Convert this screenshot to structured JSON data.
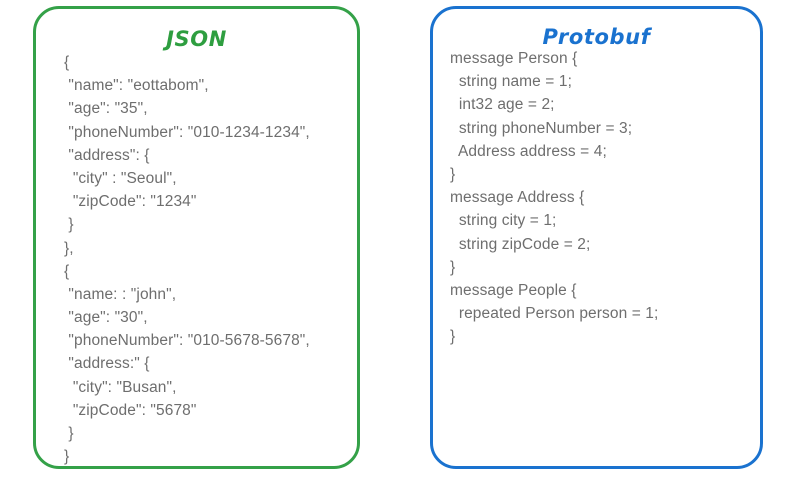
{
  "page": {
    "background_color": "#ffffff",
    "body_text_color": "#6e6e6e"
  },
  "panels": [
    {
      "id": "json",
      "title": "JSON",
      "accent_color": "#34a148",
      "title_color": "#2e9e40",
      "lines": [
        "{",
        " \"name\": \"eottabom\",",
        " \"age\": \"35\",",
        " \"phoneNumber\": \"010-1234-1234\",",
        " \"address\": {",
        "  \"city\" : \"Seoul\",",
        "  \"zipCode\": \"1234\"",
        " }",
        "},",
        "{",
        " \"name: : \"john\",",
        " \"age\": \"30\",",
        " \"phoneNumber\": \"010-5678-5678\",",
        " \"address:\" {",
        "  \"city\": \"Busan\",",
        "  \"zipCode\": \"5678\"",
        " }",
        "}"
      ]
    },
    {
      "id": "protobuf",
      "title": "Protobuf",
      "accent_color": "#1a72cf",
      "title_color": "#1a72cf",
      "lines": [
        "message Person {",
        "  string name = 1;",
        "  int32 age = 2;",
        "  string phoneNumber = 3;",
        "  Address address = 4;",
        "}",
        "message Address {",
        "  string city = 1;",
        "  string zipCode = 2;",
        "}",
        "message People {",
        "  repeated Person person = 1;",
        "}"
      ]
    }
  ]
}
